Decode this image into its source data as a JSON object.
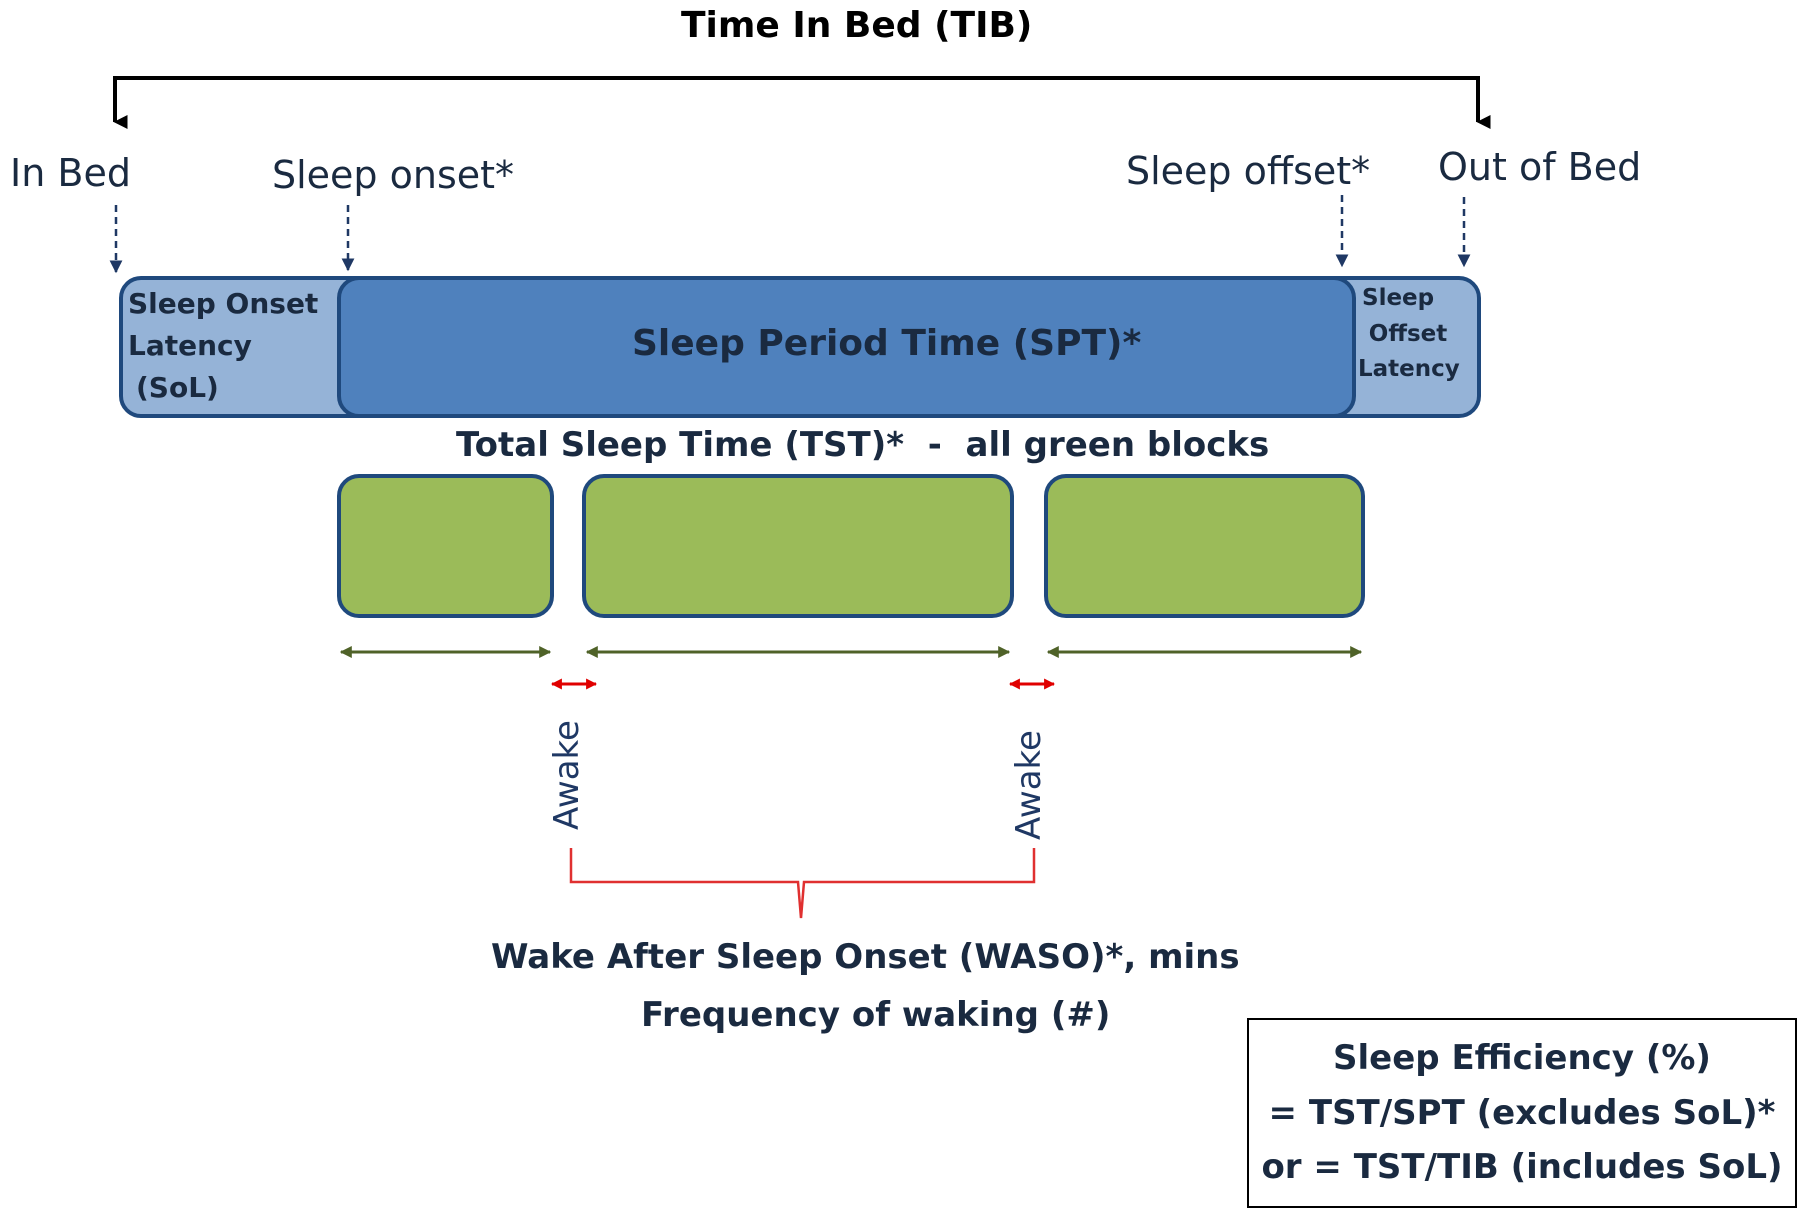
{
  "title": "Time In Bed (TIB)",
  "markers": {
    "in_bed": "In Bed",
    "sleep_onset": "Sleep onset*",
    "sleep_offset": "Sleep offset*",
    "out_of_bed": "Out of Bed"
  },
  "bar": {
    "sol_lines": [
      "Sleep Onset",
      "Latency",
      "(SoL)"
    ],
    "spt_label": "Sleep Period Time (SPT)*",
    "offset_lines": [
      "Sleep",
      "Offset",
      "Latency"
    ]
  },
  "tst_label": "Total Sleep Time (TST)*  -  all green blocks",
  "awake_label": "Awake",
  "waso": {
    "line1": "Wake After Sleep Onset (WASO)*, mins",
    "line2": "Frequency of waking (#)"
  },
  "efficiency": {
    "line1": "Sleep Efficiency (%)",
    "line2": "= TST/SPT (excludes SoL)*",
    "line3": "or = TST/TIB (includes SoL)"
  },
  "colors": {
    "light_blue": "#95b3d7",
    "mid_blue": "#4f81bd",
    "outline_blue": "#1f497d",
    "green": "#9bbb59",
    "dark_green": "#4f6228",
    "red": "#e00000",
    "navy": "#1f3864"
  }
}
